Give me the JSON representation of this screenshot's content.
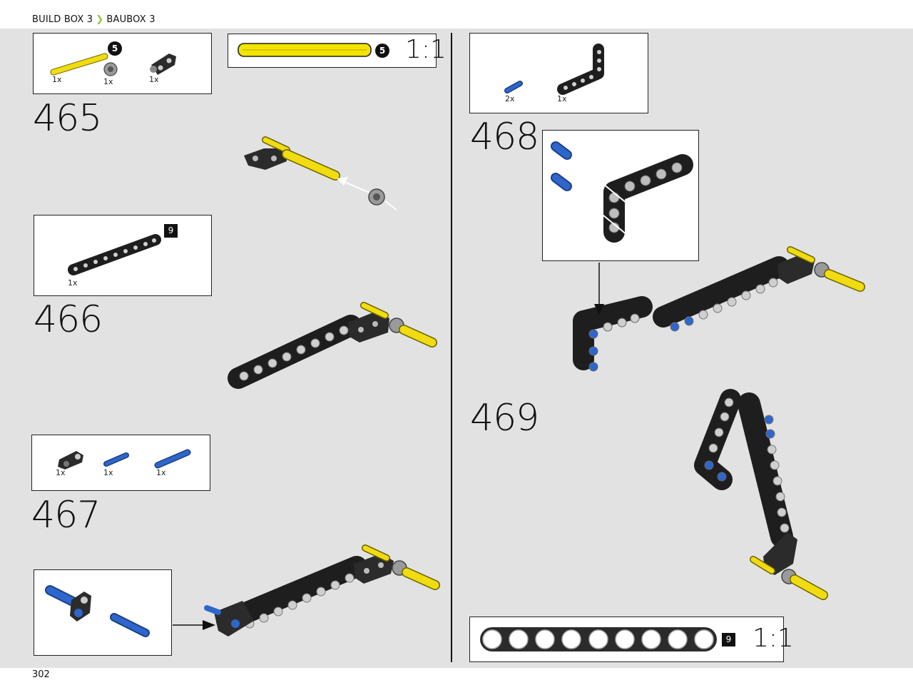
{
  "header": {
    "left": "BUILD BOX 3",
    "right": "BAUBOX 3"
  },
  "page_number": "302",
  "steps": [
    {
      "number": "465",
      "parts": [
        {
          "qty": "1x",
          "icon": "yellow-axle-icon"
        },
        {
          "qty": "1x",
          "icon": "gray-bush-icon"
        },
        {
          "qty": "1x",
          "icon": "cross-block-icon"
        }
      ],
      "axle_size": "5"
    },
    {
      "number": "466",
      "parts": [
        {
          "qty": "1x",
          "icon": "beam-9-icon"
        }
      ],
      "beam_size": "9"
    },
    {
      "number": "467",
      "parts": [
        {
          "qty": "1x",
          "icon": "black-connector-icon"
        },
        {
          "qty": "1x",
          "icon": "blue-pin-icon"
        },
        {
          "qty": "1x",
          "icon": "blue-axle-pin-icon"
        }
      ]
    },
    {
      "number": "468",
      "parts": [
        {
          "qty": "2x",
          "icon": "blue-pin-icon"
        },
        {
          "qty": "1x",
          "icon": "l-beam-icon"
        }
      ]
    },
    {
      "number": "469"
    }
  ],
  "ref_axle": {
    "size": "5",
    "scale": "1:1",
    "color": "#f4e400"
  },
  "ref_beam": {
    "size": "9",
    "scale": "1:1"
  },
  "colors": {
    "accent": "#8dc63f",
    "page_bg": "#e2e2e2",
    "beam": "#2b2b2b",
    "yellow": "#f0dc10",
    "blue": "#2856b5"
  }
}
